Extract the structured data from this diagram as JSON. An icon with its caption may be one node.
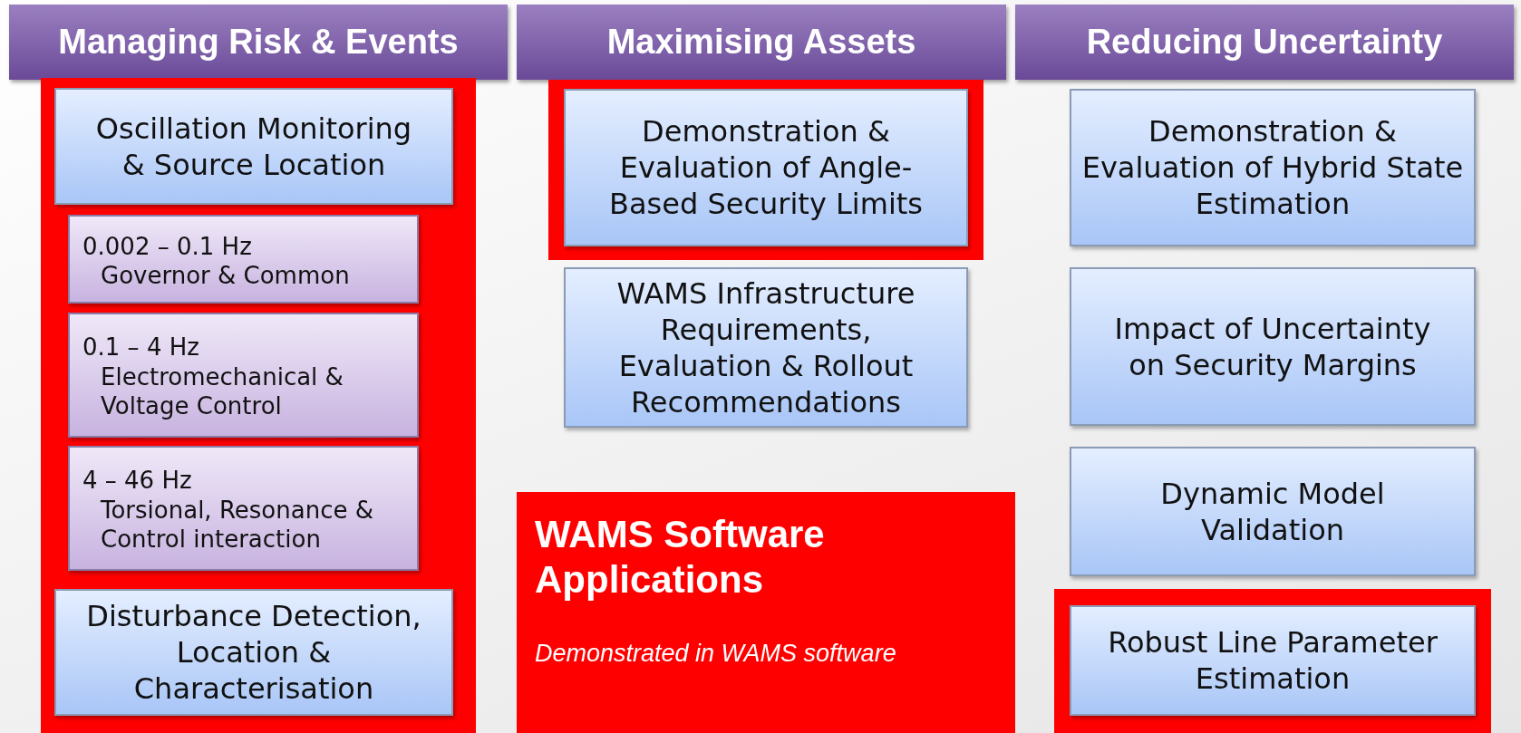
{
  "diagram": {
    "nodes": [
      {
        "text": [
          "Managing Risk & Events"
        ]
      },
      {
        "text": [
          "Maximising Assets"
        ]
      },
      {
        "text": [
          "Reducing Uncertainty"
        ]
      },
      {
        "text": [],
        "shape": "box"
      },
      {
        "text": [
          "Oscillation Monitoring & Source Location"
        ],
        "in": 3
      },
      {
        "text": [
          "0.002 – 0.1 Hz",
          "Governor & Common"
        ],
        "in": 3
      },
      {
        "text": [
          "0.1 – 4 Hz",
          "Electromechanical & Voltage Control"
        ],
        "in": 3
      },
      {
        "text": [
          "4 – 46 Hz",
          "Torsional, Resonance & Control interaction"
        ],
        "in": 3
      },
      {
        "text": [
          "Disturbance Detection, Location & Characterisation"
        ],
        "in": 3
      },
      {
        "text": [],
        "shape": "box"
      },
      {
        "text": [
          "Demonstration & Evaluation of Angle-Based Security Limits"
        ],
        "in": 9
      },
      {
        "text": [
          "WAMS Infrastructure Requirements, Evaluation & Rollout Recommendations"
        ]
      },
      {
        "text": [
          "WAMS Software Applications",
          "Demonstrated in WAMS software"
        ]
      },
      {
        "text": [
          "Demonstration & Evaluation of Hybrid State Estimation"
        ]
      },
      {
        "text": [
          "Impact of Uncertainty on Security Margins"
        ]
      },
      {
        "text": [
          "Dynamic Model Validation"
        ]
      },
      {
        "text": [],
        "shape": "box"
      },
      {
        "text": [
          "Robust Line Parameter Estimation"
        ],
        "in": 16
      }
    ],
    "edges": []
  }
}
